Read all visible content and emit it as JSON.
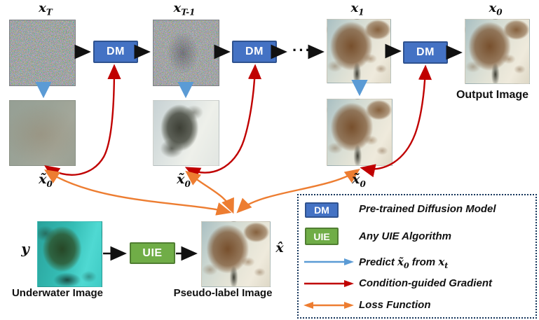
{
  "nodes": {
    "x_T": {
      "base": "x",
      "sub": "T"
    },
    "x_T1": {
      "base": "x",
      "sub": "T-1"
    },
    "x_1": {
      "base": "x",
      "sub": "1"
    },
    "x_0": {
      "base": "x",
      "sub": "0"
    },
    "x_tilde0": {
      "base": "x̃",
      "sub": "0"
    },
    "y": {
      "base": "y",
      "sub": ""
    },
    "x_hat": {
      "base": "x̂",
      "sub": ""
    }
  },
  "boxes": {
    "dm_label": "DM",
    "uie_label": "UIE"
  },
  "captions": {
    "output_image": "Output Image",
    "underwater_image": "Underwater Image",
    "pseudo_label_image": "Pseudo-label Image"
  },
  "misc": {
    "ellipsis": "···"
  },
  "legend": {
    "dm_swatch_label": "DM",
    "dm_text": "Pre-trained Diffusion Model",
    "uie_swatch_label": "UIE",
    "uie_text": "Any UIE Algorithm",
    "predict": {
      "pre": "Predict ",
      "x1": "x̃",
      "s1": "0",
      "mid": " from ",
      "x2": "x",
      "s2": "t"
    },
    "red_text": "Condition-guided Gradient",
    "orange_text": "Loss Function"
  },
  "colors": {
    "dm_fill": "#4472C4",
    "dm_border": "#2F528F",
    "uie_fill": "#70AD47",
    "uie_border": "#507E32",
    "arrow_black": "#111111",
    "arrow_blue": "#5B9BD5",
    "arrow_red": "#C00000",
    "arrow_orange": "#ED7D31",
    "legend_border": "#16365C"
  }
}
